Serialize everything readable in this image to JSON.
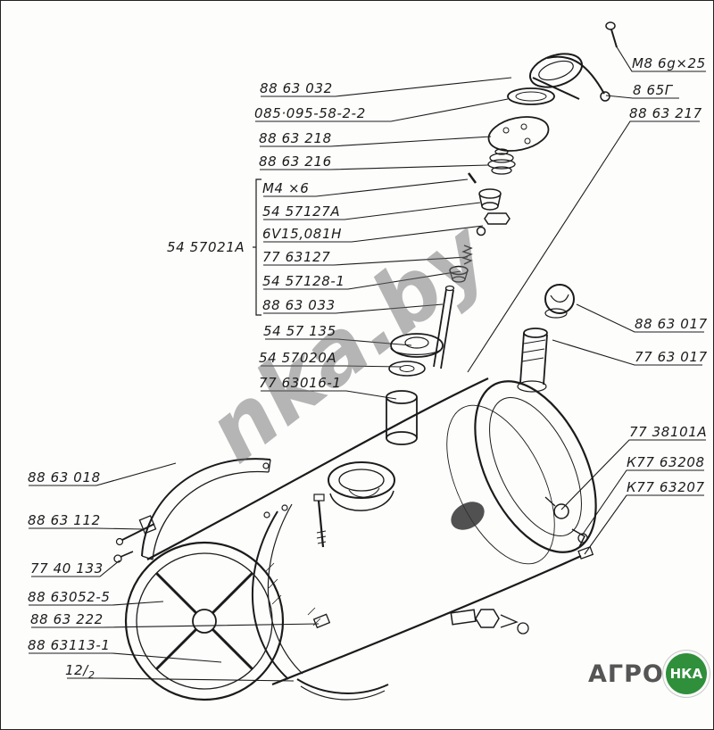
{
  "watermark": {
    "text": "nka.by"
  },
  "logo": {
    "agro": "АГРО",
    "nka": "НКА"
  },
  "colors": {
    "ink": "#1b1b1b",
    "logo_green": "#2f8f3b"
  },
  "callouts": {
    "left": [
      "88 63 032",
      "085·095-58-2-2",
      "88 63 218",
      "88 63 216"
    ],
    "bracket_label": "54 57021A",
    "bracket_items": [
      "М4 ×6",
      "54 57127A",
      "6V15,081H",
      "77 63127",
      "54 57128-1",
      "88 63 033"
    ],
    "stack_lower": [
      "54 57 135",
      "54 57020A",
      "77 63016-1"
    ],
    "left_lower": [
      "88 63 018",
      "88 63 112",
      "77 40 133",
      "88 63052-5",
      "88 63 222",
      "88 63113-1"
    ],
    "fraction": {
      "num": "12",
      "slash": "/",
      "den": "2"
    },
    "right_upper": [
      "М8 6g×25",
      "8 65Г",
      "88 63 217"
    ],
    "right_mid": [
      "88 63 017",
      "77 63 017"
    ],
    "right_lower": [
      "77 38101A",
      "К77 63208",
      "К77 63207"
    ]
  }
}
